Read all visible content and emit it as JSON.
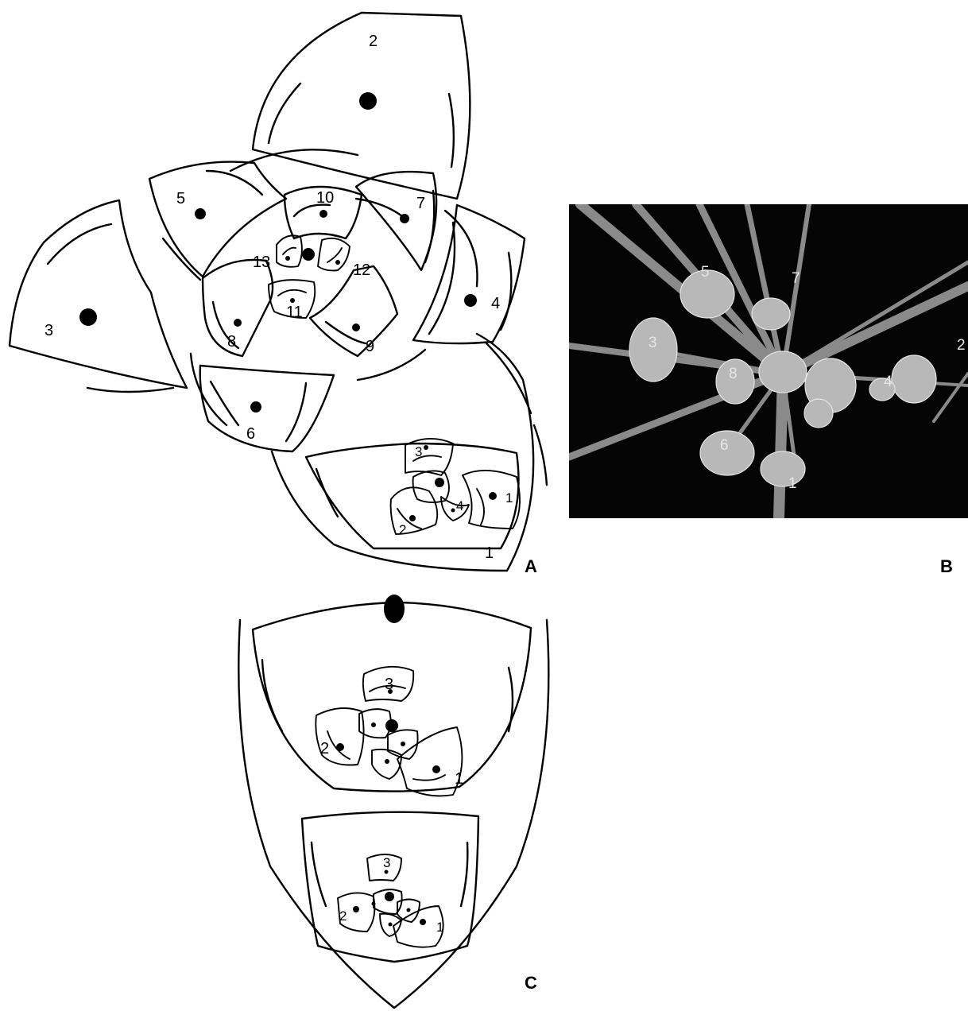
{
  "panels": {
    "a": "A",
    "b": "B",
    "c": "C"
  },
  "diagram_a": {
    "labels": [
      "1",
      "2",
      "3",
      "4",
      "5",
      "6",
      "7",
      "8",
      "9",
      "10",
      "11",
      "12",
      "13"
    ],
    "inner_labels": [
      "1",
      "2",
      "3",
      "4"
    ]
  },
  "photo_b": {
    "labels": [
      "1",
      "2",
      "3",
      "4",
      "5",
      "6",
      "7",
      "8"
    ]
  },
  "diagram_c": {
    "upper_labels": [
      "1",
      "2",
      "3"
    ],
    "lower_labels": [
      "1",
      "2",
      "3"
    ]
  }
}
